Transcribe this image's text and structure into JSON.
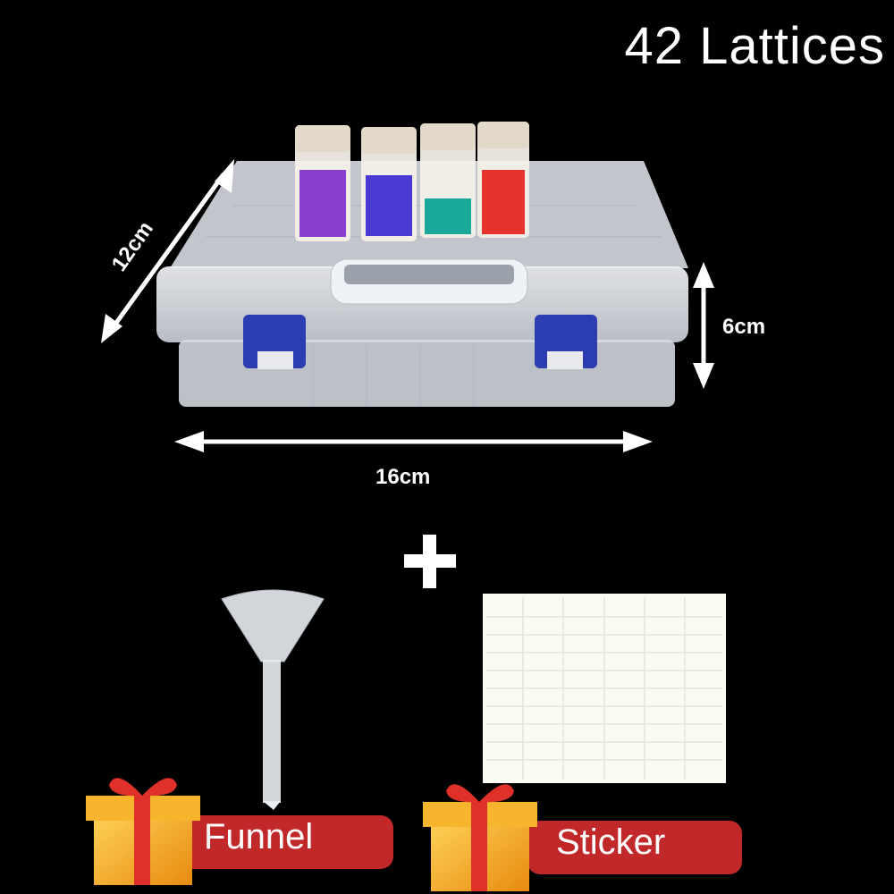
{
  "title": "42 Lattices",
  "dimensions": {
    "width": "16cm",
    "height": "6cm",
    "depth": "12cm"
  },
  "gifts": [
    {
      "label": "Funnel",
      "icon": "gift-box-icon"
    },
    {
      "label": "Sticker",
      "icon": "gift-box-icon"
    }
  ],
  "bead_colors": [
    "#8a3fd0",
    "#4a3ad4",
    "#1aa89a",
    "#e8332c"
  ],
  "colors": {
    "background": "#000000",
    "label_banner": "#c0282a",
    "latch": "#2b3db0",
    "gift_box": "#f5a623"
  }
}
